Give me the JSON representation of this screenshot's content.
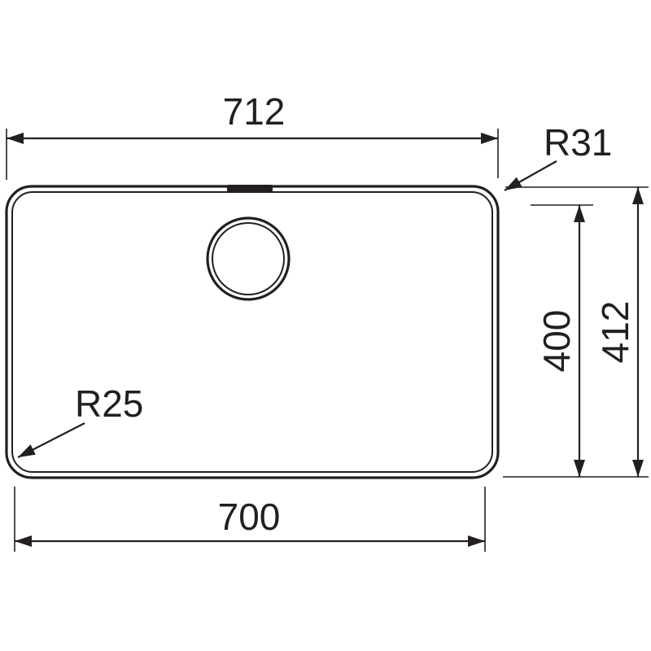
{
  "drawing": {
    "type": "sink-technical-dimension-drawing",
    "line_color": "#231f20",
    "background_color": "#ffffff",
    "labels": {
      "top_width": "712",
      "top_right_radius": "R31",
      "inner_height": "400",
      "outer_height": "412",
      "bottom_left_radius": "R25",
      "bottom_width": "700"
    }
  }
}
